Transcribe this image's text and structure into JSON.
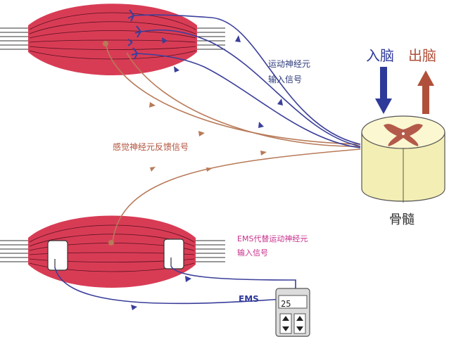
{
  "labels": {
    "motor_input_line1": "运动神经元",
    "motor_input_line2": "输入信号",
    "sensory_feedback": "感觉神经元反馈信号",
    "ems_replace_line1": "EMS代替运动神经元",
    "ems_replace_line2": "输入信号",
    "ems_device": "EMS",
    "in_brain": "入脑",
    "out_brain": "出脑",
    "spinal_cord": "骨髓",
    "device_display": "25"
  },
  "colors": {
    "muscle": "#d83c55",
    "motor_nerve": "#3b3f9a",
    "sensory_nerve": "#b87a58",
    "arrow_in": "#2e3a9a",
    "arrow_out": "#b0503a",
    "spinal_body": "#f3eeb4",
    "spinal_gray_matter": "#b45a4a"
  }
}
